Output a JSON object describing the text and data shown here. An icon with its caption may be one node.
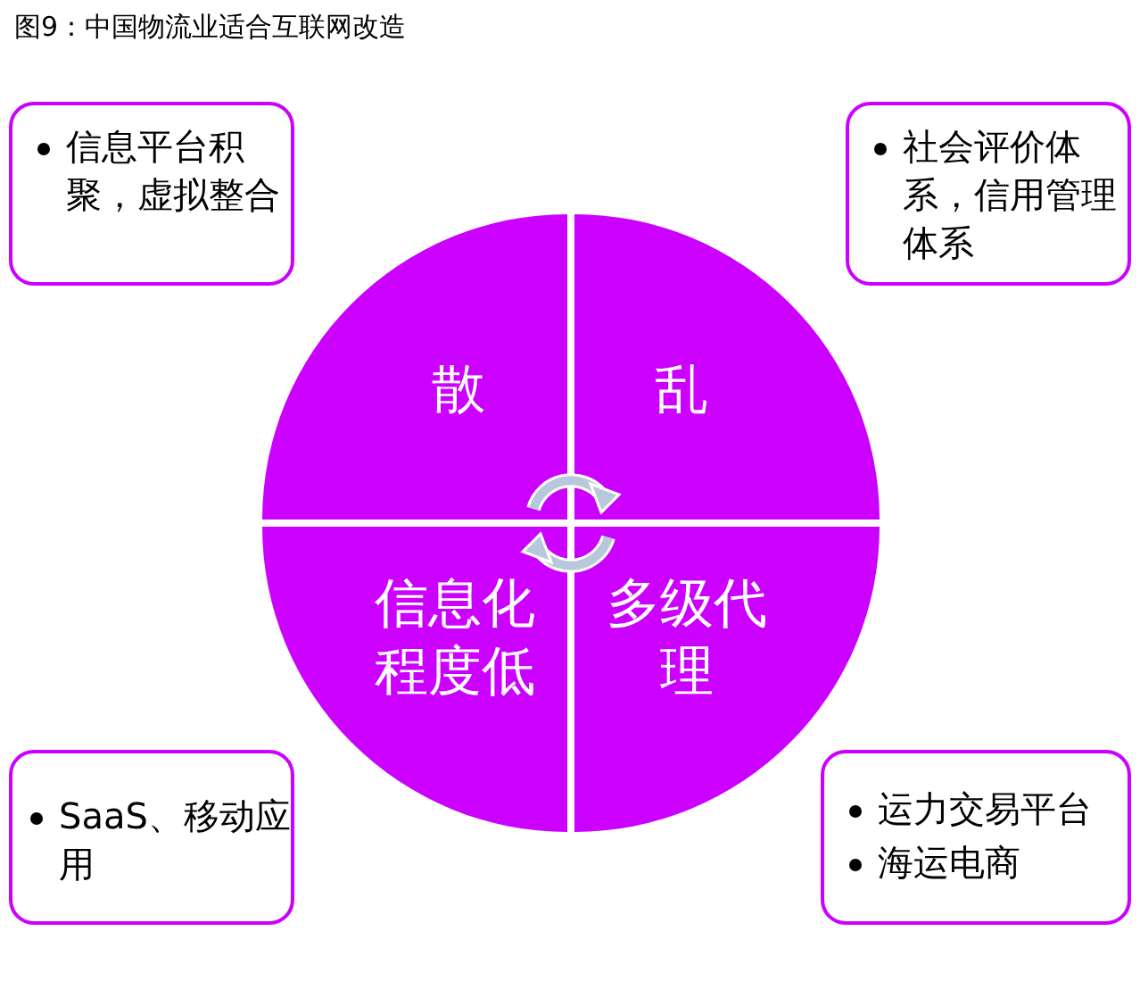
{
  "diagram": {
    "title": "图9：中国物流业适合互联网改造",
    "nodes": [
      {
        "text": [
          "信息平台积聚，虚拟整合"
        ]
      },
      {
        "text": [
          "社会评价体系，信用管理体系"
        ]
      },
      {
        "text": [
          "散"
        ]
      },
      {
        "text": [
          "乱"
        ]
      },
      {
        "text": [
          "信息化程度低"
        ]
      },
      {
        "text": [
          "多级代理"
        ]
      },
      {
        "text": [
          "SaaS、移动应用"
        ]
      },
      {
        "text": [
          "运力交易平台",
          "海运电商"
        ]
      }
    ]
  }
}
